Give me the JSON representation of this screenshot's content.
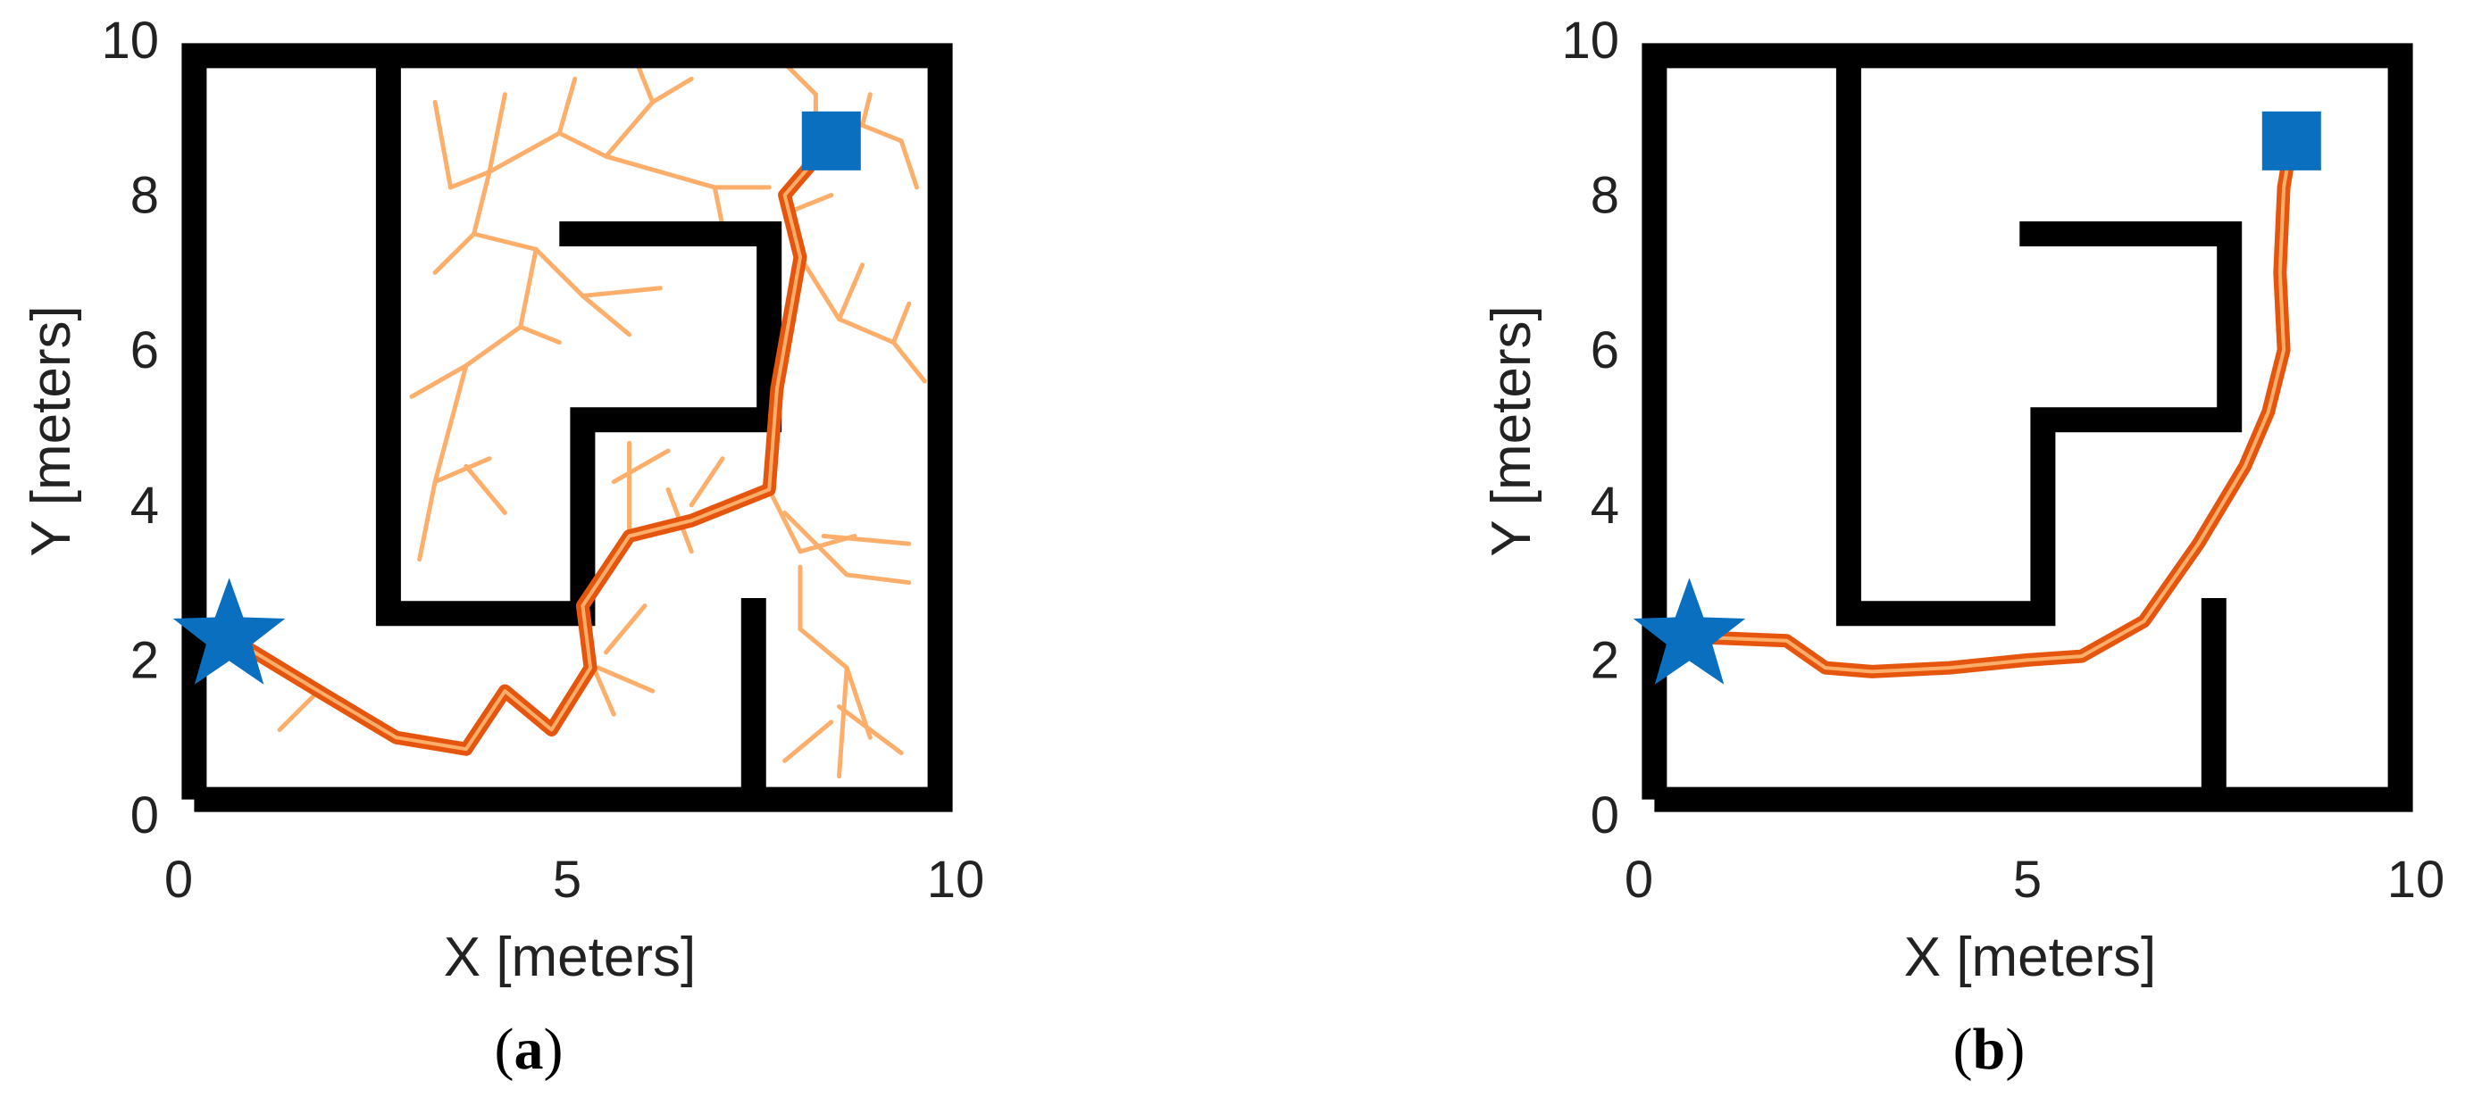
{
  "colors": {
    "wall": "#000000",
    "tree": "#fdae6b",
    "path_outer": "#e6550d",
    "path_inner": "#fdae6b",
    "start": "#0a6fbf",
    "goal": "#0a6fbf"
  },
  "chart_data": [
    {
      "type": "path-planning-map",
      "panel_label": "a",
      "xlabel": "X [meters]",
      "ylabel": "Y [meters]",
      "xlim": [
        0,
        10
      ],
      "ylim": [
        0,
        10
      ],
      "x_ticks": [
        "0",
        "5",
        "10"
      ],
      "y_ticks": [
        "0",
        "2",
        "4",
        "6",
        "8",
        "10"
      ],
      "start": {
        "marker": "star",
        "x": 0.65,
        "y": 2.3
      },
      "goal": {
        "marker": "square",
        "x": 8.4,
        "y": 8.7
      },
      "walls": [
        [
          [
            0.2,
            0.2
          ],
          [
            9.8,
            0.2
          ],
          [
            9.8,
            9.8
          ],
          [
            0.2,
            9.8
          ],
          [
            0.2,
            0.2
          ]
        ],
        [
          [
            2.7,
            9.8
          ],
          [
            2.7,
            2.6
          ],
          [
            5.2,
            2.6
          ],
          [
            5.2,
            5.1
          ],
          [
            7.6,
            5.1
          ],
          [
            7.6,
            7.5
          ],
          [
            4.9,
            7.5
          ]
        ],
        [
          [
            7.4,
            2.8
          ],
          [
            7.4,
            0.2
          ]
        ]
      ],
      "tree_edges": [
        [
          [
            1.3,
            1.1
          ],
          [
            1.8,
            1.6
          ]
        ],
        [
          [
            5.3,
            2.0
          ],
          [
            5.6,
            1.3
          ]
        ],
        [
          [
            5.4,
            1.9
          ],
          [
            6.1,
            1.6
          ]
        ],
        [
          [
            5.5,
            2.1
          ],
          [
            6.0,
            2.7
          ]
        ],
        [
          [
            5.8,
            3.6
          ],
          [
            5.8,
            4.8
          ]
        ],
        [
          [
            5.6,
            4.3
          ],
          [
            6.3,
            4.7
          ]
        ],
        [
          [
            6.3,
            4.2
          ],
          [
            6.6,
            3.4
          ]
        ],
        [
          [
            6.6,
            4.0
          ],
          [
            7.0,
            4.6
          ]
        ],
        [
          [
            7.6,
            4.2
          ],
          [
            8.0,
            3.4
          ]
        ],
        [
          [
            8.0,
            3.4
          ],
          [
            8.7,
            3.6
          ]
        ],
        [
          [
            7.8,
            3.9
          ],
          [
            8.6,
            3.1
          ]
        ],
        [
          [
            8.6,
            3.1
          ],
          [
            9.4,
            3.0
          ]
        ],
        [
          [
            8.3,
            3.6
          ],
          [
            9.4,
            3.5
          ]
        ],
        [
          [
            8.0,
            3.2
          ],
          [
            8.0,
            2.4
          ]
        ],
        [
          [
            8.0,
            2.4
          ],
          [
            8.6,
            1.9
          ]
        ],
        [
          [
            8.6,
            1.9
          ],
          [
            8.9,
            1.0
          ]
        ],
        [
          [
            8.6,
            1.9
          ],
          [
            8.5,
            0.5
          ]
        ],
        [
          [
            8.4,
            1.2
          ],
          [
            7.8,
            0.7
          ]
        ],
        [
          [
            8.5,
            1.4
          ],
          [
            9.3,
            0.8
          ]
        ],
        [
          [
            3.1,
            3.3
          ],
          [
            3.3,
            4.3
          ]
        ],
        [
          [
            3.3,
            4.3
          ],
          [
            3.7,
            5.8
          ]
        ],
        [
          [
            3.7,
            5.8
          ],
          [
            4.4,
            6.3
          ]
        ],
        [
          [
            4.4,
            6.3
          ],
          [
            4.9,
            6.1
          ]
        ],
        [
          [
            3.3,
            4.3
          ],
          [
            4.0,
            4.6
          ]
        ],
        [
          [
            3.7,
            4.5
          ],
          [
            4.2,
            3.9
          ]
        ],
        [
          [
            3.0,
            5.4
          ],
          [
            3.7,
            5.8
          ]
        ],
        [
          [
            4.4,
            6.3
          ],
          [
            4.6,
            7.3
          ]
        ],
        [
          [
            4.6,
            7.3
          ],
          [
            3.8,
            7.5
          ]
        ],
        [
          [
            3.8,
            7.5
          ],
          [
            3.3,
            7.0
          ]
        ],
        [
          [
            3.8,
            7.5
          ],
          [
            4.0,
            8.3
          ]
        ],
        [
          [
            4.6,
            7.3
          ],
          [
            5.2,
            6.7
          ]
        ],
        [
          [
            5.2,
            6.7
          ],
          [
            5.8,
            6.2
          ]
        ],
        [
          [
            5.2,
            6.7
          ],
          [
            6.2,
            6.8
          ]
        ],
        [
          [
            4.0,
            8.3
          ],
          [
            3.5,
            8.1
          ]
        ],
        [
          [
            3.5,
            8.1
          ],
          [
            3.3,
            9.2
          ]
        ],
        [
          [
            4.0,
            8.3
          ],
          [
            4.9,
            8.8
          ]
        ],
        [
          [
            4.9,
            8.8
          ],
          [
            5.5,
            8.5
          ]
        ],
        [
          [
            5.5,
            8.5
          ],
          [
            6.1,
            9.2
          ]
        ],
        [
          [
            6.1,
            9.2
          ],
          [
            6.6,
            9.5
          ]
        ],
        [
          [
            6.1,
            9.2
          ],
          [
            5.9,
            9.7
          ]
        ],
        [
          [
            4.9,
            8.8
          ],
          [
            5.1,
            9.5
          ]
        ],
        [
          [
            5.5,
            8.5
          ],
          [
            6.9,
            8.1
          ]
        ],
        [
          [
            6.9,
            8.1
          ],
          [
            7.6,
            8.1
          ]
        ],
        [
          [
            6.9,
            8.1
          ],
          [
            7.0,
            7.6
          ]
        ],
        [
          [
            4.0,
            8.3
          ],
          [
            4.2,
            9.3
          ]
        ],
        [
          [
            8.0,
            7.2
          ],
          [
            8.5,
            6.4
          ]
        ],
        [
          [
            8.5,
            6.4
          ],
          [
            9.2,
            6.1
          ]
        ],
        [
          [
            9.2,
            6.1
          ],
          [
            9.6,
            5.6
          ]
        ],
        [
          [
            9.2,
            6.1
          ],
          [
            9.4,
            6.6
          ]
        ],
        [
          [
            8.5,
            6.4
          ],
          [
            8.8,
            7.1
          ]
        ],
        [
          [
            7.9,
            7.8
          ],
          [
            8.4,
            8.0
          ]
        ],
        [
          [
            7.8,
            9.7
          ],
          [
            8.2,
            9.3
          ]
        ],
        [
          [
            8.2,
            9.3
          ],
          [
            8.2,
            9.0
          ]
        ],
        [
          [
            8.8,
            8.9
          ],
          [
            9.3,
            8.7
          ]
        ],
        [
          [
            9.3,
            8.7
          ],
          [
            9.5,
            8.1
          ]
        ],
        [
          [
            8.8,
            8.9
          ],
          [
            8.9,
            9.3
          ]
        ]
      ],
      "path": [
        [
          0.65,
          2.3
        ],
        [
          1.8,
          1.6
        ],
        [
          2.8,
          1.0
        ],
        [
          3.7,
          0.85
        ],
        [
          4.2,
          1.6
        ],
        [
          4.8,
          1.1
        ],
        [
          5.3,
          1.9
        ],
        [
          5.2,
          2.7
        ],
        [
          5.8,
          3.6
        ],
        [
          6.6,
          3.8
        ],
        [
          7.6,
          4.2
        ],
        [
          7.7,
          5.5
        ],
        [
          8.0,
          7.2
        ],
        [
          7.8,
          8.0
        ],
        [
          8.4,
          8.7
        ]
      ]
    },
    {
      "type": "path-planning-map",
      "panel_label": "b",
      "xlabel": "X [meters]",
      "ylabel": "Y [meters]",
      "xlim": [
        0,
        10
      ],
      "ylim": [
        0,
        10
      ],
      "x_ticks": [
        "0",
        "5",
        "10"
      ],
      "y_ticks": [
        "0",
        "2",
        "4",
        "6",
        "8",
        "10"
      ],
      "start": {
        "marker": "star",
        "x": 0.65,
        "y": 2.3
      },
      "goal": {
        "marker": "square",
        "x": 8.4,
        "y": 8.7
      },
      "walls": [
        [
          [
            0.2,
            0.2
          ],
          [
            9.8,
            0.2
          ],
          [
            9.8,
            9.8
          ],
          [
            0.2,
            9.8
          ],
          [
            0.2,
            0.2
          ]
        ],
        [
          [
            2.7,
            9.8
          ],
          [
            2.7,
            2.6
          ],
          [
            5.2,
            2.6
          ],
          [
            5.2,
            5.1
          ],
          [
            7.6,
            5.1
          ],
          [
            7.6,
            7.5
          ],
          [
            4.9,
            7.5
          ]
        ],
        [
          [
            7.4,
            2.8
          ],
          [
            7.4,
            0.2
          ]
        ]
      ],
      "tree_edges": [],
      "path": [
        [
          0.65,
          2.3
        ],
        [
          1.9,
          2.25
        ],
        [
          2.4,
          1.9
        ],
        [
          3.0,
          1.85
        ],
        [
          4.0,
          1.9
        ],
        [
          5.0,
          2.0
        ],
        [
          5.7,
          2.05
        ],
        [
          6.5,
          2.5
        ],
        [
          7.2,
          3.5
        ],
        [
          7.8,
          4.5
        ],
        [
          8.1,
          5.2
        ],
        [
          8.3,
          6.0
        ],
        [
          8.25,
          7.0
        ],
        [
          8.3,
          8.1
        ],
        [
          8.4,
          8.7
        ]
      ]
    }
  ]
}
